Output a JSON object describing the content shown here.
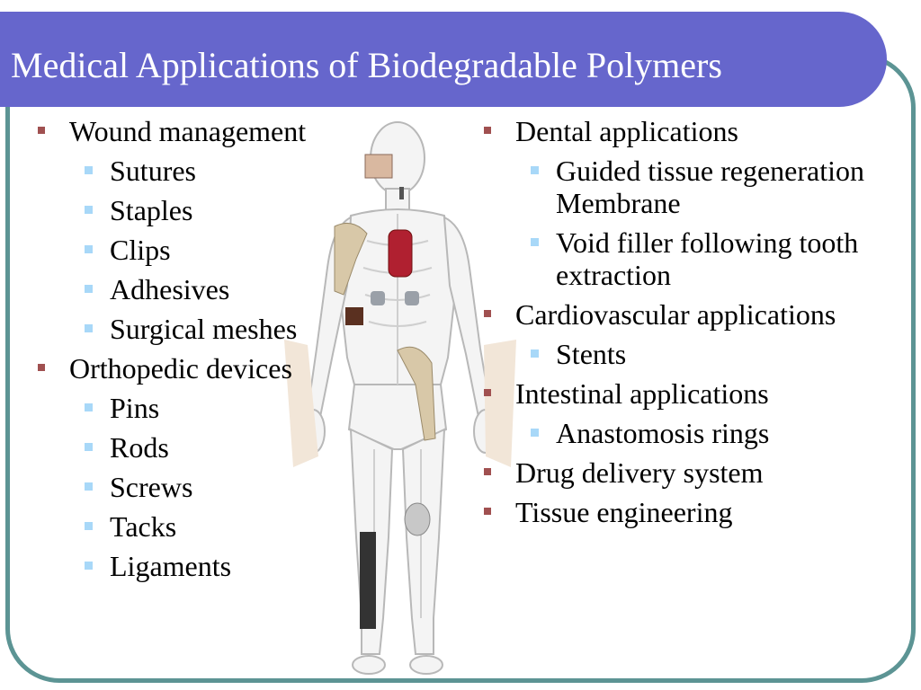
{
  "title": "Medical Applications of Biodegradable Polymers",
  "colors": {
    "title_bar": "#6666cc",
    "frame_border": "#5c9494",
    "level1_bullet": "#a05050",
    "level2_bullet": "#a8d8f8"
  },
  "figure": {
    "icon": "human-body-implants-illustration"
  },
  "left_column": [
    {
      "text": "Wound management",
      "level": 1
    },
    {
      "text": "Sutures",
      "level": 2
    },
    {
      "text": "Staples",
      "level": 2
    },
    {
      "text": "Clips",
      "level": 2
    },
    {
      "text": "Adhesives",
      "level": 2
    },
    {
      "text": "Surgical meshes",
      "level": 2
    },
    {
      "text": "Orthopedic devices",
      "level": 1
    },
    {
      "text": "Pins",
      "level": 2
    },
    {
      "text": "Rods",
      "level": 2
    },
    {
      "text": "Screws",
      "level": 2
    },
    {
      "text": "Tacks",
      "level": 2
    },
    {
      "text": "Ligaments",
      "level": 2
    }
  ],
  "right_column": [
    {
      "text": "Dental applications",
      "level": 1
    },
    {
      "text": "Guided tissue regeneration Membrane",
      "level": 2
    },
    {
      "text": "Void filler following tooth extraction",
      "level": 2
    },
    {
      "text": "Cardiovascular applications",
      "level": 1
    },
    {
      "text": "Stents",
      "level": 2
    },
    {
      "text": "Intestinal applications",
      "level": 1
    },
    {
      "text": "Anastomosis rings",
      "level": 2
    },
    {
      "text": "Drug delivery system",
      "level": 1
    },
    {
      "text": "Tissue engineering",
      "level": 1
    }
  ]
}
